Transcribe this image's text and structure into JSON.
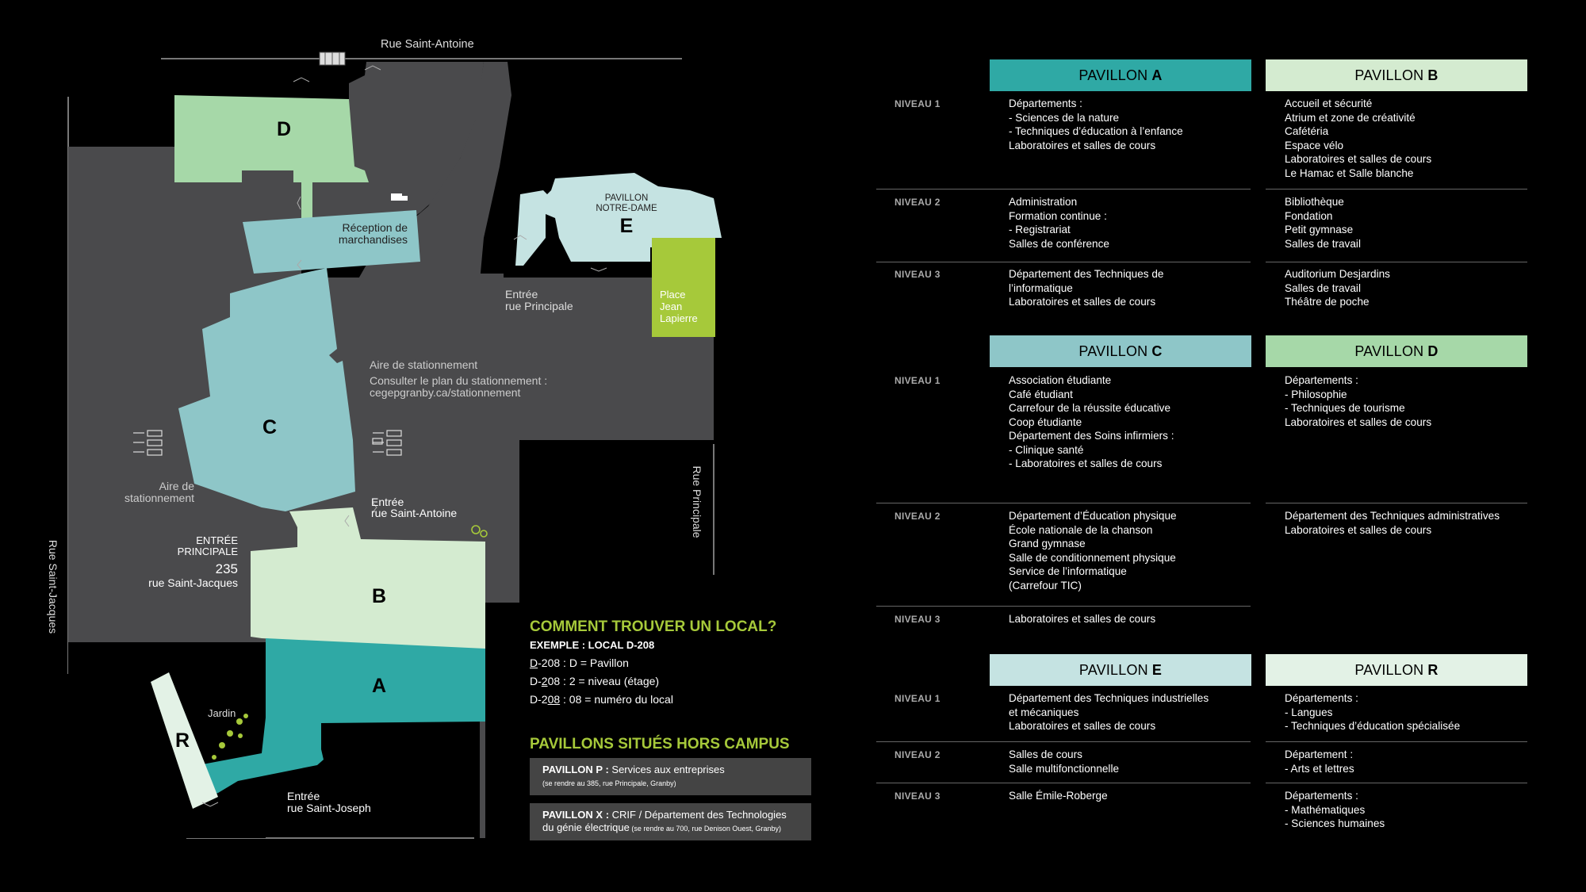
{
  "map": {
    "streets": {
      "north": "Rue Saint-Antoine",
      "west": "Rue Saint-Jacques",
      "east": "Rue Principale"
    },
    "buildings": {
      "a": "A",
      "b": "B",
      "c": "C",
      "d": "D",
      "e": "E",
      "r": "R"
    },
    "pavillon_notre_dame": [
      "PAVILLON",
      "NOTRE-DAME"
    ],
    "place_jean_lapierre": [
      "Place",
      "Jean",
      "Lapierre"
    ],
    "reception": [
      "Réception de",
      "marchandises"
    ],
    "entree_principale_rue": [
      "Entrée",
      "rue Principale"
    ],
    "stationnement_main": {
      "line1": "Aire de stationnement",
      "line2": "Consulter le plan du stationnement :",
      "line3": "cegepgranby.ca/stationnement"
    },
    "stationnement_west": [
      "Aire de",
      "stationnement"
    ],
    "entree_st_antoine": [
      "Entrée",
      "rue Saint-Antoine"
    ],
    "entree_principale": {
      "line1": "ENTRÉE",
      "line2": "PRINCIPALE",
      "number": "235",
      "street": "rue Saint-Jacques"
    },
    "jardin": "Jardin",
    "entree_st_joseph": [
      "Entrée",
      "rue Saint-Joseph"
    ],
    "colors": {
      "road": "#4a4a4c",
      "d": "#a6d8a8",
      "c": "#8ec6c8",
      "b": "#d4ebd0",
      "a": "#2fa9a5",
      "e": "#c5e3e2",
      "r": "#e3f2e6",
      "place": "#a6c93a"
    }
  },
  "howto": {
    "title": "COMMENT TROUVER UN LOCAL?",
    "example": "EXEMPLE : LOCAL D-208",
    "lines": [
      {
        "pre": "",
        "u": "D",
        "post": "-208 : D = Pavillon"
      },
      {
        "pre": "D-",
        "u": "2",
        "post": "08 : 2 = niveau (étage)"
      },
      {
        "pre": "D-2",
        "u": "08",
        "post": " : 08 = numéro du local"
      }
    ]
  },
  "offcampus": {
    "title": "PAVILLONS SITUÉS HORS CAMPUS",
    "p": {
      "name": "PAVILLON P :",
      "desc": " Services aux entreprises",
      "note": "(se rendre au 385, rue Principale, Granby)"
    },
    "x": {
      "name": "PAVILLON X :",
      "desc": " CRIF / Département des Technologies",
      "desc2": "du génie électrique",
      "note": " (se rendre au 700, rue Denison Ouest, Granby)"
    }
  },
  "pavillons": {
    "prefix": "PAVILLON",
    "a": {
      "letter": "A",
      "color": "#2fa9a5",
      "n1": [
        "Départements :",
        "-  Sciences de la nature",
        "-  Techniques d’éducation à l’enfance",
        "Laboratoires et salles de cours"
      ],
      "n2": [
        "Administration",
        "Formation continue :",
        "-  Registrariat",
        "Salles de conférence"
      ],
      "n3": [
        "Département des Techniques de",
        "l’informatique",
        "Laboratoires et salles de cours"
      ]
    },
    "b": {
      "letter": "B",
      "color": "#d4ebd0",
      "n1": [
        "Accueil et sécurité",
        "Atrium et zone de créativité",
        "Cafétéria",
        "Espace vélo",
        "Laboratoires et salles de cours",
        "Le Hamac et Salle blanche"
      ],
      "n2": [
        "Bibliothèque",
        "Fondation",
        "Petit gymnase",
        "Salles de travail"
      ],
      "n3": [
        "Auditorium Desjardins",
        "Salles de travail",
        "Théâtre de poche"
      ]
    },
    "c": {
      "letter": "C",
      "color": "#8ec6c8",
      "n1": [
        "Association étudiante",
        "Café étudiant",
        "Carrefour de la réussite éducative",
        "Coop étudiante",
        "Département des Soins infirmiers :",
        "-  Clinique santé",
        "-  Laboratoires et salles de cours"
      ],
      "n2": [
        "Département d’Éducation physique",
        "École nationale de la chanson",
        "Grand gymnase",
        "Salle de conditionnement physique",
        "Service de l’informatique",
        "(Carrefour TIC)"
      ],
      "n3": [
        "Laboratoires et salles de cours"
      ]
    },
    "d": {
      "letter": "D",
      "color": "#a6d8a8",
      "n1": [
        "Départements :",
        "-  Philosophie",
        "-  Techniques de tourisme",
        "Laboratoires et salles de cours"
      ],
      "n2": [
        "Département des Techniques administratives",
        "Laboratoires et salles de cours"
      ]
    },
    "e": {
      "letter": "E",
      "color": "#c5e3e2",
      "n1": [
        "Département des Techniques industrielles",
        "et mécaniques",
        "Laboratoires et salles de cours"
      ],
      "n2": [
        "Salles de cours",
        "Salle multifonctionnelle"
      ],
      "n3": [
        "Salle Émile-Roberge"
      ]
    },
    "r": {
      "letter": "R",
      "color": "#e3f2e6",
      "n1": [
        "Départements :",
        "-  Langues",
        "-  Techniques d’éducation spécialisée"
      ],
      "n2": [
        "Département :",
        "-  Arts et lettres"
      ],
      "n3": [
        "Départements :",
        "-  Mathématiques",
        "-  Sciences humaines"
      ]
    }
  },
  "levels": {
    "n1": "NIVEAU 1",
    "n2": "NIVEAU 2",
    "n3": "NIVEAU 3"
  }
}
